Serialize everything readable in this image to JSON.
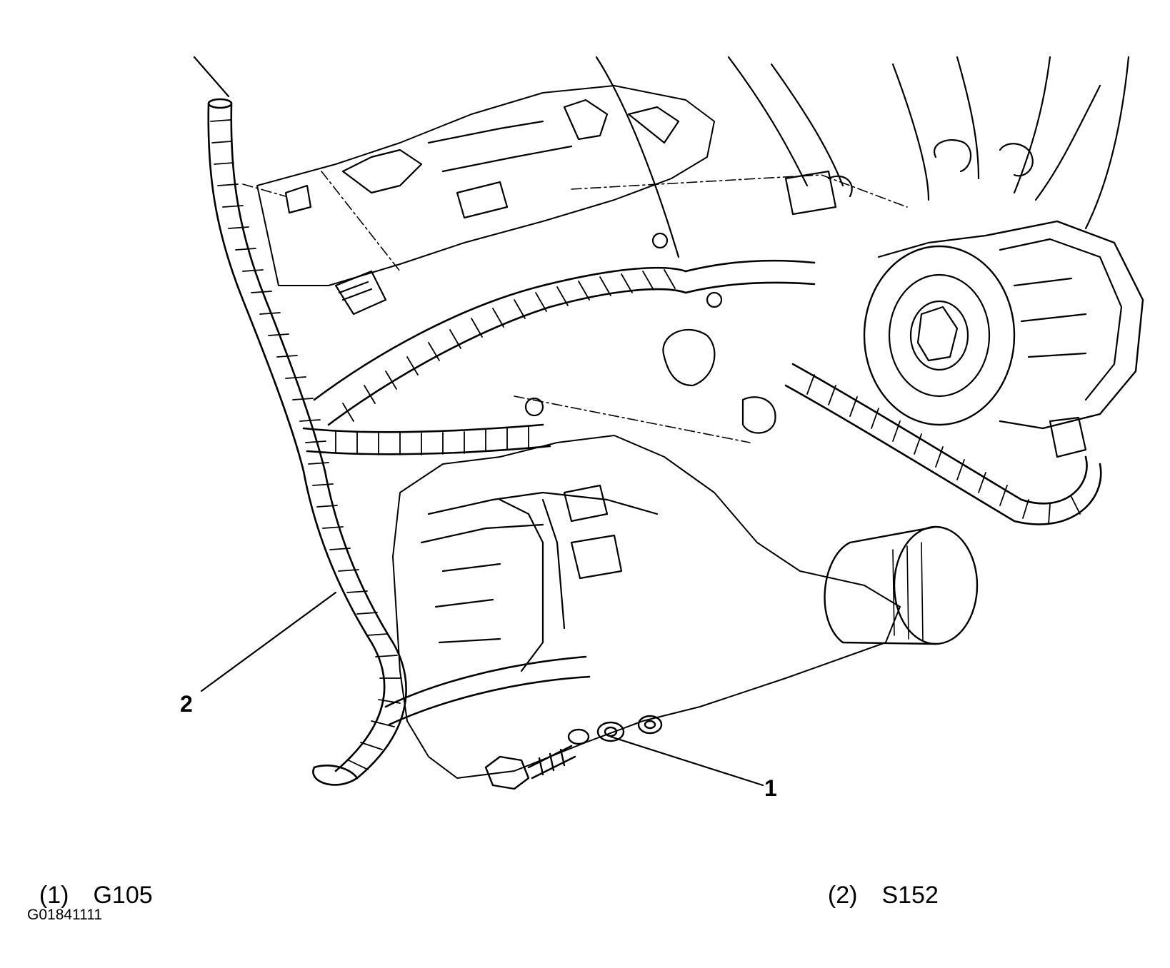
{
  "callouts": [
    {
      "number": "1",
      "code": "G105"
    },
    {
      "number": "2",
      "code": "S152"
    }
  ],
  "legend": [
    {
      "number": "(1)",
      "code": "G105"
    },
    {
      "number": "(2)",
      "code": "S152"
    }
  ],
  "figure_id": "G01841111",
  "colors": {
    "line": "#000000",
    "background": "#ffffff"
  }
}
